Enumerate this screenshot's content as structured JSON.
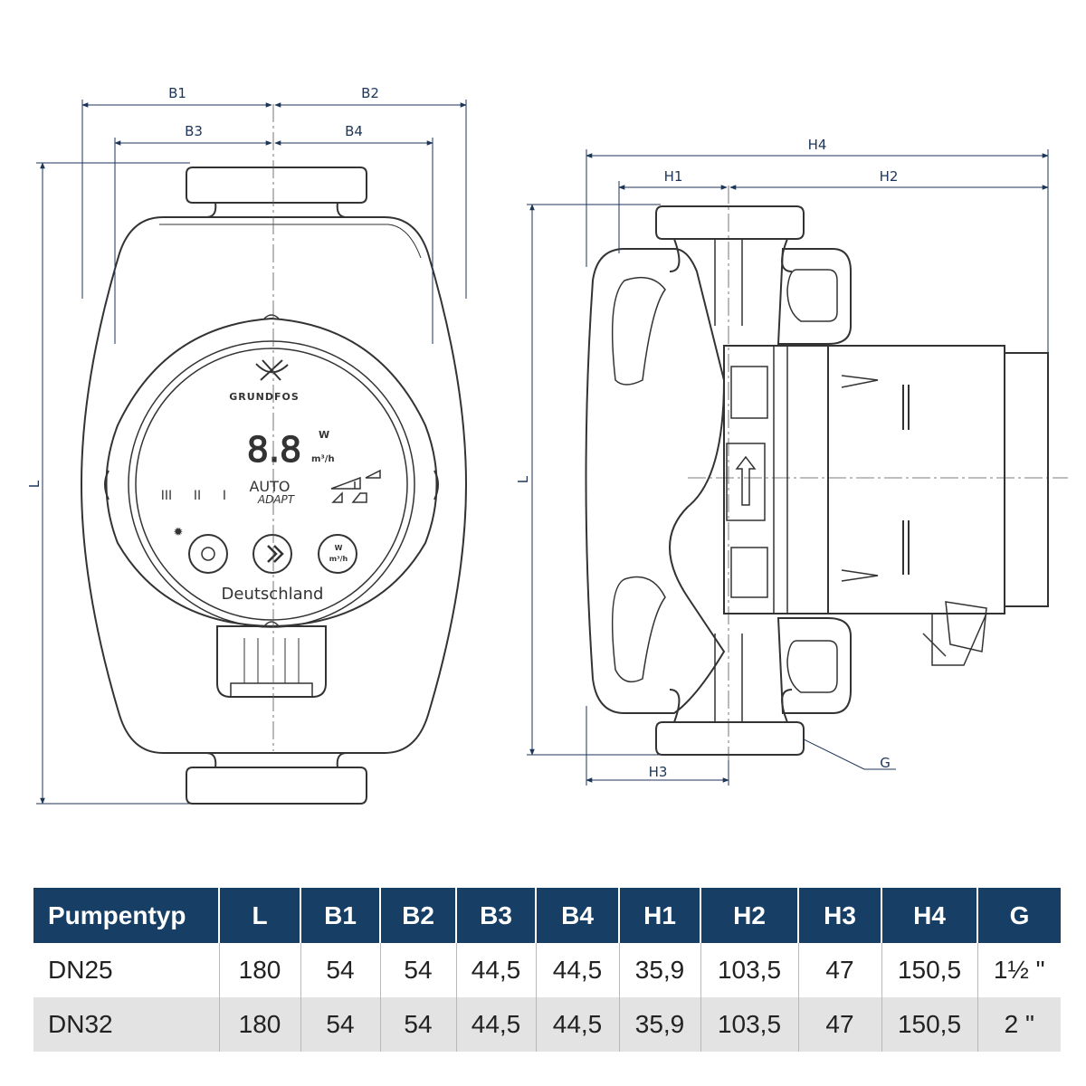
{
  "dimension_labels": {
    "front": [
      "B1",
      "B2",
      "B3",
      "B4",
      "L"
    ],
    "side": [
      "H4",
      "H1",
      "H2",
      "L",
      "H3",
      "G"
    ]
  },
  "pump_face": {
    "brand": "GRUNDFOS",
    "display_digits": "8.8",
    "unit_power": "W",
    "unit_flow": "m³/h",
    "mode_bars": [
      "III",
      "II",
      "I"
    ],
    "mode_auto": "AUTO",
    "mode_adapt": "ADAPT",
    "button_flow_top": "W",
    "button_flow_bottom": "m³/h",
    "country": "Deutschland"
  },
  "table": {
    "headers": [
      "Pumpentyp",
      "L",
      "B1",
      "B2",
      "B3",
      "B4",
      "H1",
      "H2",
      "H3",
      "H4",
      "G"
    ],
    "rows": [
      [
        "DN25",
        "180",
        "54",
        "54",
        "44,5",
        "44,5",
        "35,9",
        "103,5",
        "47",
        "150,5",
        "1½ \""
      ],
      [
        "DN32",
        "180",
        "54",
        "54",
        "44,5",
        "44,5",
        "35,9",
        "103,5",
        "47",
        "150,5",
        "2 \""
      ]
    ]
  },
  "colors": {
    "table_header": "#173f66",
    "dimension": "#1d3557",
    "row_alt": "#e3e3e3"
  }
}
